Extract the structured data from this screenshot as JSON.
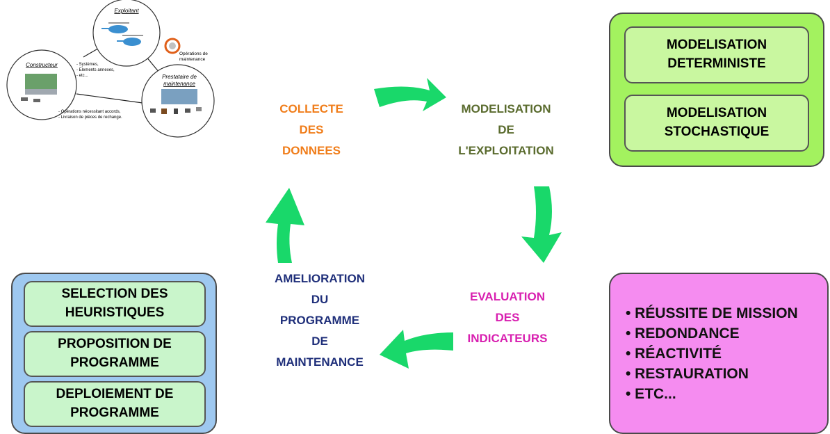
{
  "network_diagram": {
    "exploitant_label": "Exploitant",
    "constructeur_label": "Constructeur",
    "prestataire_label_line1": "Prestataire de",
    "prestataire_label_line2": "maintenance",
    "operations_label_line1": "Opérations de",
    "operations_label_line2": "maintenance",
    "link_notes_1": [
      "- Systèmes,",
      "- Elements annexes,",
      "- etc..."
    ],
    "link_notes_2": [
      "- Opérations nécessitant accords,",
      "- Livraison de pièces de rechange."
    ]
  },
  "cycle": {
    "collecte": [
      "COLLECTE",
      "DES",
      "DONNEES"
    ],
    "modelisation": [
      "MODELISATION",
      "DE",
      "L'EXPLOITATION"
    ],
    "evaluation": [
      "EVALUATION",
      "DES",
      "INDICATEURS"
    ],
    "amelioration": [
      "AMELIORATION",
      "DU",
      "PROGRAMME",
      "DE",
      "MAINTENANCE"
    ],
    "colors": {
      "collecte": "#f07d1a",
      "modelisation": "#5a6b2e",
      "evaluation": "#d81fb0",
      "amelioration": "#1f2f7a",
      "arrow": "#19d86a"
    }
  },
  "green_panel": {
    "item1": [
      "MODELISATION",
      "DETERMINISTE"
    ],
    "item2": [
      "MODELISATION",
      "STOCHASTIQUE"
    ]
  },
  "magenta_panel": {
    "items": [
      "• RÉUSSITE DE MISSION",
      "• REDONDANCE",
      "• RÉACTIVITÉ",
      "• RESTAURATION",
      "• ETC..."
    ]
  },
  "blue_panel": {
    "item1": [
      "SELECTION DES",
      "HEURISTIQUES"
    ],
    "item2": [
      "PROPOSITION DE",
      "PROGRAMME"
    ],
    "item3": [
      "DEPLOIEMENT DE",
      "PROGRAMME"
    ]
  }
}
